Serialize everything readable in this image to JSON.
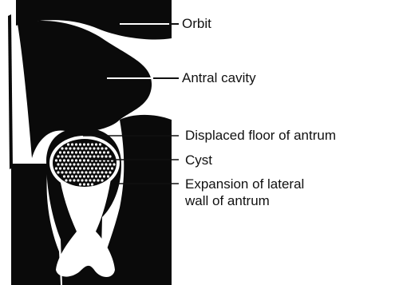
{
  "colors": {
    "ink": "#0a0a0a",
    "paper": "#ffffff"
  },
  "labels": {
    "orbit": "Orbit",
    "antral_cavity": "Antral cavity",
    "displaced_floor": "Displaced floor of antrum",
    "cyst": "Cyst",
    "expansion_line1": "Expansion of lateral",
    "expansion_line2": "wall of antrum"
  }
}
